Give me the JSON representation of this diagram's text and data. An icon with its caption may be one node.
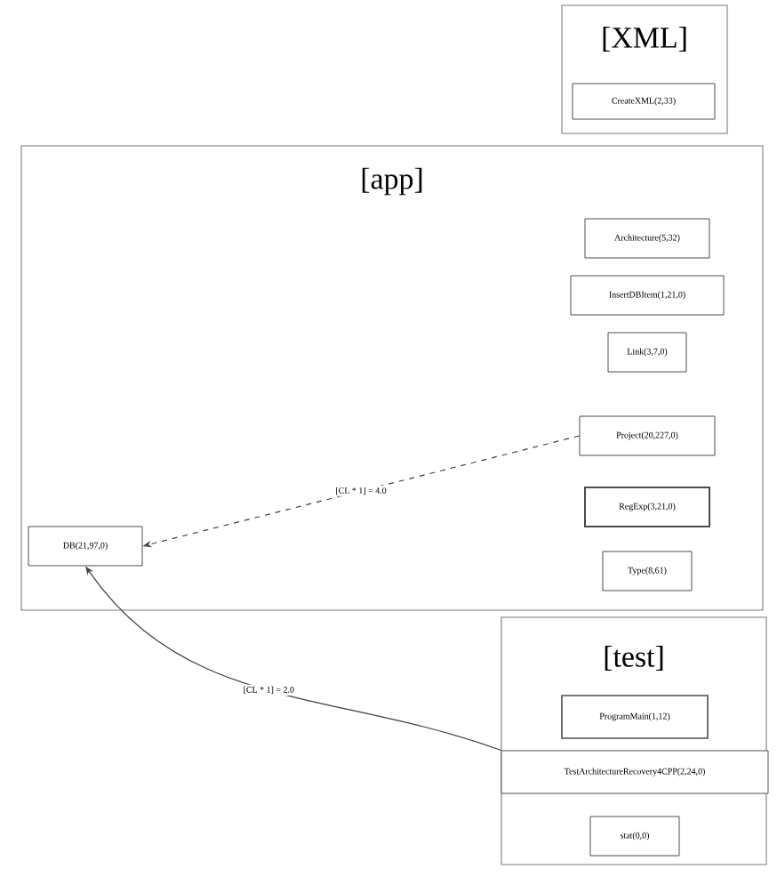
{
  "diagram": {
    "nodes": [
      {
        "text": [
          "[XML]"
        ]
      },
      {
        "text": [
          "CreateXML(2,33)"
        ],
        "in": 0
      },
      {
        "text": [
          "[app]"
        ]
      },
      {
        "text": [
          "Architecture(5,32)"
        ],
        "in": 2
      },
      {
        "text": [
          "InsertDBItem(1,21,0)"
        ],
        "in": 2
      },
      {
        "text": [
          "Link(3,7,0)"
        ],
        "in": 2
      },
      {
        "text": [
          "Project(20,227,0)"
        ],
        "in": 2
      },
      {
        "text": [
          "RegExp(3,21,0)"
        ],
        "in": 2
      },
      {
        "text": [
          "Type(8,61)"
        ],
        "in": 2
      },
      {
        "text": [
          "DB(21,97,0)"
        ],
        "in": 2
      },
      {
        "text": [
          "[test]"
        ]
      },
      {
        "text": [
          "ProgramMain(1,12)"
        ],
        "in": 10
      },
      {
        "text": [
          "TestArchitectureRecovery4CPP(2,24,0)"
        ],
        "in": 10
      },
      {
        "text": [
          "stat(0,0)"
        ],
        "in": 10
      }
    ],
    "edges": [
      {
        "from": 6,
        "to": 9,
        "arrow": "to",
        "label": "[CL * 1] = 4.0",
        "style": "dashed"
      },
      {
        "from": 12,
        "to": 9,
        "arrow": "to",
        "label": "[CL * 1] = 2.0"
      }
    ]
  }
}
